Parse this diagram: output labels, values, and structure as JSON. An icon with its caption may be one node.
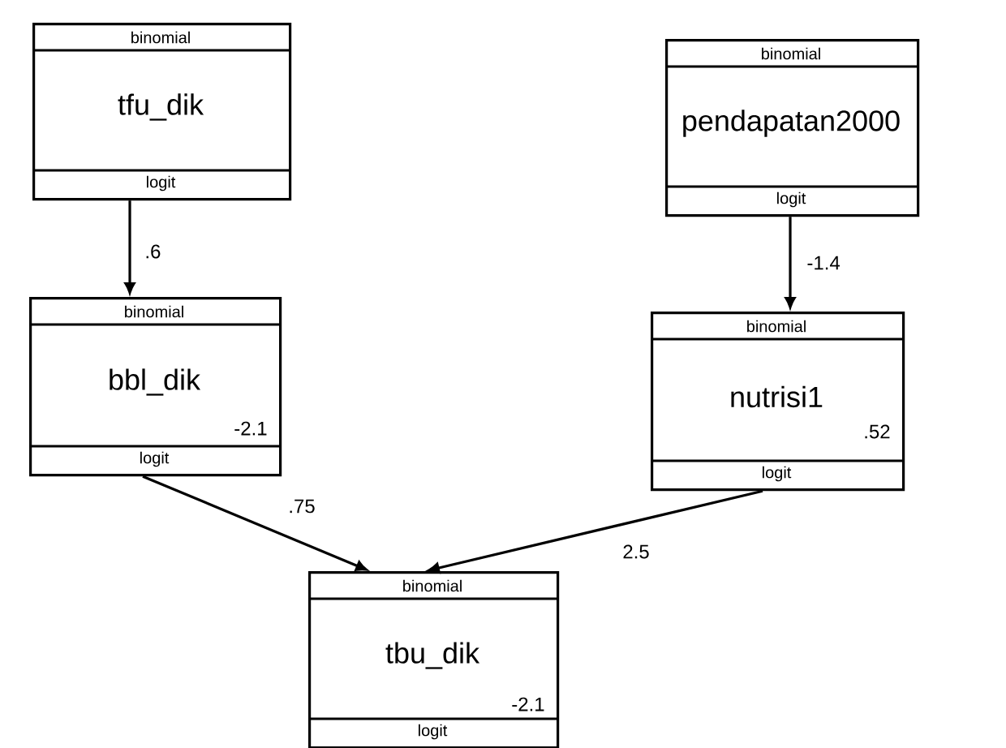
{
  "diagram": {
    "nodes": [
      {
        "text": [
          "binomial",
          "tfu_dik",
          "logit"
        ]
      },
      {
        "text": [
          "binomial",
          "pendapatan2000",
          "logit"
        ]
      },
      {
        "text": [
          "binomial",
          "bbl_dik",
          "-2.1",
          "logit"
        ]
      },
      {
        "text": [
          "binomial",
          "nutrisi1",
          ".52",
          "logit"
        ]
      },
      {
        "text": [
          "binomial",
          "tbu_dik",
          "-2.1",
          "logit"
        ]
      }
    ],
    "edges": [
      {
        "from": 0,
        "to": 2,
        "arrow": "to",
        "label": ".6"
      },
      {
        "from": 1,
        "to": 3,
        "arrow": "to",
        "label": "-1.4"
      },
      {
        "from": 2,
        "to": 4,
        "arrow": "to",
        "label": ".75"
      },
      {
        "from": 3,
        "to": 4,
        "arrow": "to",
        "label": "2.5"
      }
    ]
  }
}
